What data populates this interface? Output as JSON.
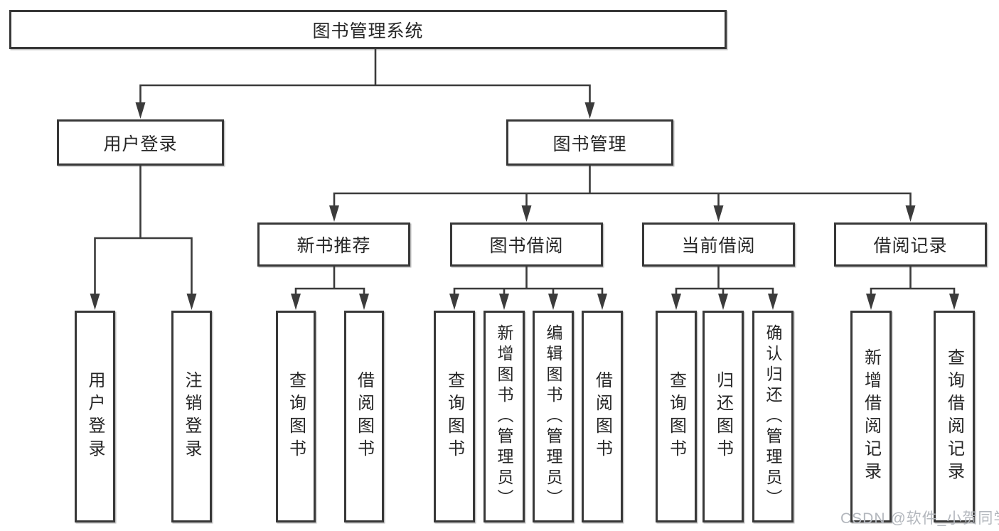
{
  "nodes": {
    "root": {
      "label": "图书管理系统"
    },
    "user_login": {
      "label": "用户登录"
    },
    "book_management": {
      "label": "图书管理"
    },
    "new_book_recommend": {
      "label": "新书推荐"
    },
    "book_borrow": {
      "label": "图书借阅"
    },
    "current_borrow": {
      "label": "当前借阅"
    },
    "borrow_records": {
      "label": "借阅记录"
    },
    "leaf_user_login": {
      "label": "用户登录"
    },
    "leaf_logout": {
      "label": "注销登录"
    },
    "leaf_query_books_recommend": {
      "label": "查询图书"
    },
    "leaf_borrow_books_recommend": {
      "label": "借阅图书"
    },
    "leaf_query_books_borrow": {
      "label": "查询图书"
    },
    "leaf_add_books_admin": {
      "label": "新增图书（管理员）"
    },
    "leaf_edit_books_admin": {
      "label": "编辑图书（管理员）"
    },
    "leaf_borrow_books": {
      "label": "借阅图书"
    },
    "leaf_query_books_current": {
      "label": "查询图书"
    },
    "leaf_return_books": {
      "label": "归还图书"
    },
    "leaf_confirm_return_admin": {
      "label": "确认归还（管理员）"
    },
    "leaf_add_borrow_record": {
      "label": "新增借阅记录"
    },
    "leaf_query_borrow_record": {
      "label": "查询借阅记录"
    }
  },
  "edges": [
    [
      "root",
      "user_login"
    ],
    [
      "root",
      "book_management"
    ],
    [
      "user_login",
      "leaf_user_login"
    ],
    [
      "user_login",
      "leaf_logout"
    ],
    [
      "book_management",
      "new_book_recommend"
    ],
    [
      "book_management",
      "book_borrow"
    ],
    [
      "book_management",
      "current_borrow"
    ],
    [
      "book_management",
      "borrow_records"
    ],
    [
      "new_book_recommend",
      "leaf_query_books_recommend"
    ],
    [
      "new_book_recommend",
      "leaf_borrow_books_recommend"
    ],
    [
      "book_borrow",
      "leaf_query_books_borrow"
    ],
    [
      "book_borrow",
      "leaf_add_books_admin"
    ],
    [
      "book_borrow",
      "leaf_edit_books_admin"
    ],
    [
      "book_borrow",
      "leaf_borrow_books"
    ],
    [
      "current_borrow",
      "leaf_query_books_current"
    ],
    [
      "current_borrow",
      "leaf_return_books"
    ],
    [
      "current_borrow",
      "leaf_confirm_return_admin"
    ],
    [
      "borrow_records",
      "leaf_add_borrow_record"
    ],
    [
      "borrow_records",
      "leaf_query_borrow_record"
    ]
  ],
  "watermark": {
    "text": "CSDN @软件_小贺同学"
  },
  "colors": {
    "background": "#ffffff",
    "line": "#3b3b3b",
    "border": "#383838",
    "text": "#262626",
    "watermark": "#b3b7bd"
  }
}
